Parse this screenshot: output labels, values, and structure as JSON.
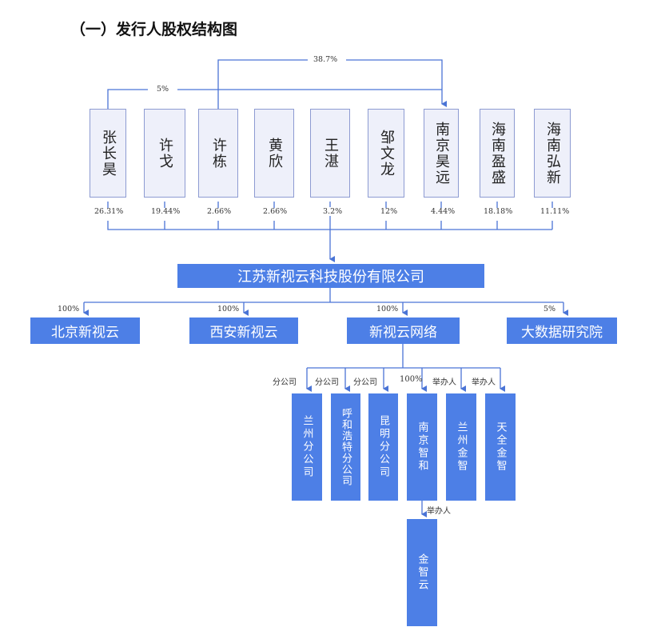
{
  "title": "（一）发行人股权结构图",
  "shareholders": [
    {
      "name": "张长昊",
      "pct": "26.31%"
    },
    {
      "name": "许戈",
      "pct": "19.44%"
    },
    {
      "name": "许栋",
      "pct": "2.66%"
    },
    {
      "name": "黄欣",
      "pct": "2.66%"
    },
    {
      "name": "王湛",
      "pct": "3.2%"
    },
    {
      "name": "邹文龙",
      "pct": "12%"
    },
    {
      "name": "南京昊远",
      "pct": "4.44%"
    },
    {
      "name": "海南盈盛",
      "pct": "18.18%"
    },
    {
      "name": "海南弘新",
      "pct": "11.11%"
    }
  ],
  "cross_links": {
    "zhang_to_nanjing": "5%",
    "xudong_to_nanjing": "38.7%"
  },
  "company": "江苏新视云科技股份有限公司",
  "subsidiaries": [
    {
      "name": "北京新视云",
      "pct": "100%"
    },
    {
      "name": "西安新视云",
      "pct": "100%"
    },
    {
      "name": "新视云网络",
      "pct": "100%"
    },
    {
      "name": "大数据研究院",
      "pct": "5%"
    }
  ],
  "network_children": [
    {
      "name": "兰州分公司",
      "rel": "分公司"
    },
    {
      "name": "呼和浩特分公司",
      "rel": "分公司"
    },
    {
      "name": "昆明分公司",
      "rel": "分公司"
    },
    {
      "name": "南京智和",
      "rel": "100%"
    },
    {
      "name": "兰州金智",
      "rel": "举办人"
    },
    {
      "name": "天全金智",
      "rel": "举办人"
    }
  ],
  "zhihe_child": {
    "name": "金智云",
    "rel": "举办人"
  },
  "colors": {
    "line": "#4a74d6",
    "blue_box": "#4d7fe6",
    "light_box": "#eef0fa"
  }
}
